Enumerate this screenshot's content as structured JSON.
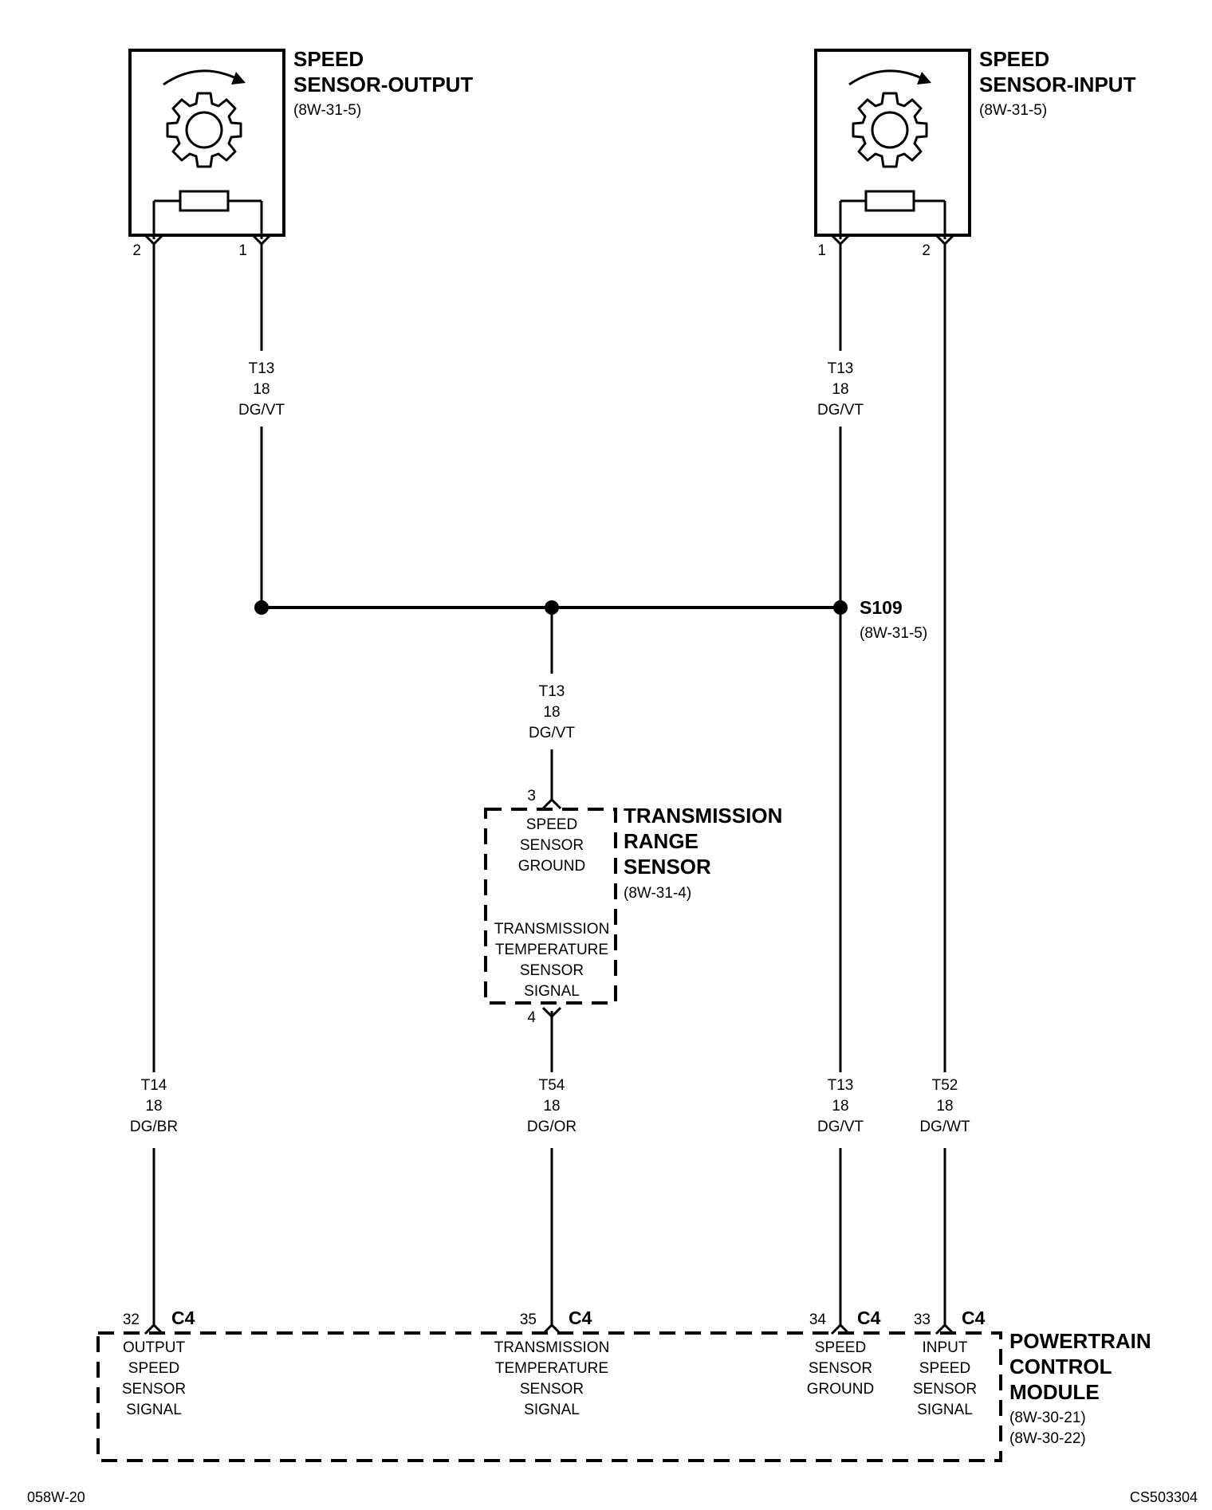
{
  "speed_sensor_output": {
    "title_line1": "SPEED",
    "title_line2": "SENSOR-OUTPUT",
    "ref": "(8W-31-5)",
    "pin_left": "2",
    "pin_right": "1"
  },
  "speed_sensor_input": {
    "title_line1": "SPEED",
    "title_line2": "SENSOR-INPUT",
    "ref": "(8W-31-5)",
    "pin_left": "1",
    "pin_right": "2"
  },
  "wires": {
    "out_t13": {
      "circuit": "T13",
      "gauge": "18",
      "color": "DG/VT"
    },
    "in_t13": {
      "circuit": "T13",
      "gauge": "18",
      "color": "DG/VT"
    },
    "trs_t13": {
      "circuit": "T13",
      "gauge": "18",
      "color": "DG/VT"
    },
    "t14": {
      "circuit": "T14",
      "gauge": "18",
      "color": "DG/BR"
    },
    "t54": {
      "circuit": "T54",
      "gauge": "18",
      "color": "DG/OR"
    },
    "pcm_t13": {
      "circuit": "T13",
      "gauge": "18",
      "color": "DG/VT"
    },
    "t52": {
      "circuit": "T52",
      "gauge": "18",
      "color": "DG/WT"
    }
  },
  "splice": {
    "name": "S109",
    "ref": "(8W-31-5)"
  },
  "trs": {
    "title_line1": "TRANSMISSION",
    "title_line2": "RANGE",
    "title_line3": "SENSOR",
    "ref": "(8W-31-4)",
    "pin_top": "3",
    "pin_bottom": "4",
    "ground_label": [
      "SPEED",
      "SENSOR",
      "GROUND"
    ],
    "temp_label": [
      "TRANSMISSION",
      "TEMPERATURE",
      "SENSOR",
      "SIGNAL"
    ]
  },
  "pcm": {
    "title_line1": "POWERTRAIN",
    "title_line2": "CONTROL",
    "title_line3": "MODULE",
    "ref1": "(8W-30-21)",
    "ref2": "(8W-30-22)",
    "connectors": [
      {
        "pin": "32",
        "connector": "C4",
        "label": [
          "OUTPUT",
          "SPEED",
          "SENSOR",
          "SIGNAL"
        ]
      },
      {
        "pin": "35",
        "connector": "C4",
        "label": [
          "TRANSMISSION",
          "TEMPERATURE",
          "SENSOR",
          "SIGNAL"
        ]
      },
      {
        "pin": "34",
        "connector": "C4",
        "label": [
          "SPEED",
          "SENSOR",
          "GROUND"
        ]
      },
      {
        "pin": "33",
        "connector": "C4",
        "label": [
          "INPUT",
          "SPEED",
          "SENSOR",
          "SIGNAL"
        ]
      }
    ]
  },
  "footer": {
    "left": "058W-20",
    "right": "CS503304"
  },
  "icons": {
    "gear": "gear-icon",
    "arrow": "rotation-arrow-icon",
    "resistor": "resistor-icon",
    "pin": "connector-pin-icon"
  },
  "colors": {
    "ink": "#000000",
    "paper": "#ffffff"
  }
}
